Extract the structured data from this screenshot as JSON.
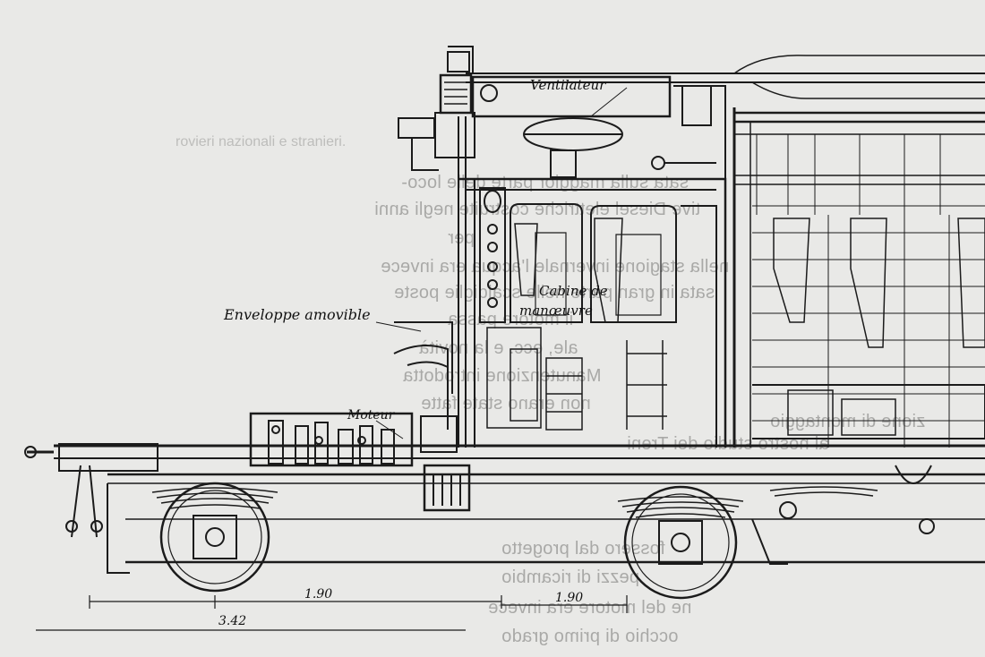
{
  "labels": {
    "ventilateur": "Ventilateur",
    "cabine": "Cabine de",
    "manoeuvre": "manœuvre",
    "enveloppe": "Enveloppe amovible",
    "moteur": "Moteur",
    "dim1": "1.90",
    "dim2": "1.90",
    "dim3": "3.42"
  },
  "background_text": [
    "rovieri nazionali e stranieri.",
    "sata sulla maggior parte delle loco-",
    "tive Diesel elettriche costruite negli anni",
    "per",
    "nella stagione invernale l'acqua era invece",
    "sata in gran parte nelle scaldiglie poste",
    "il motore passa",
    "ale, ecc. e la novità",
    "Manutenzione introdotta",
    "non erano state fatte",
    "fossero dal progetto",
    "pezzi di ricambio",
    "ne del motore era invece",
    "occhio di primo grado",
    "al nostro studio dei Treni",
    "zione di montaggio"
  ],
  "colors": {
    "paper": "#e9e9e7",
    "ink": "#1b1b1b",
    "faded_text": "#a9a9a7"
  }
}
